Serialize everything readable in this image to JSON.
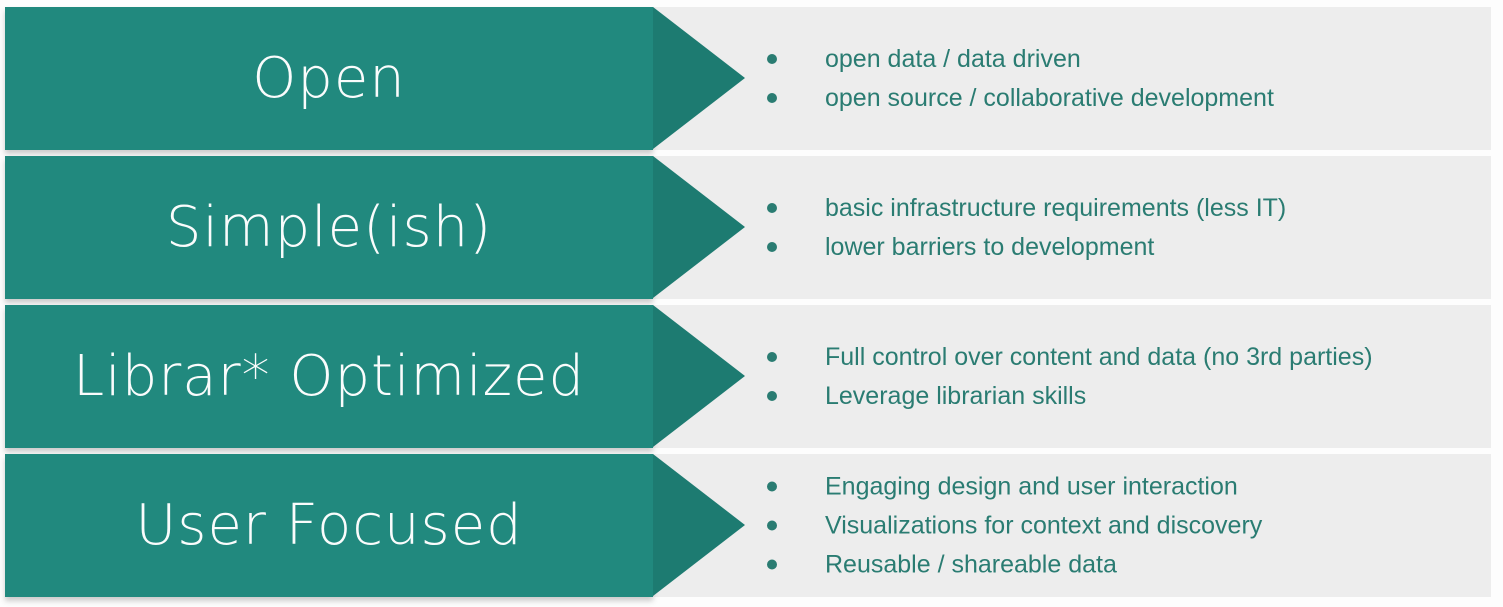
{
  "slide": {
    "rows": [
      {
        "title": "Open",
        "bullets": [
          "open data / data driven",
          "open source / collaborative development"
        ]
      },
      {
        "title": "Simple(ish)",
        "bullets": [
          "basic infrastructure requirements (less IT)",
          "lower barriers to development"
        ]
      },
      {
        "title": "Librar* Optimized",
        "bullets": [
          "Full control over content and data (no 3rd parties)",
          "Leverage librarian skills"
        ]
      },
      {
        "title": "User Focused",
        "bullets": [
          "Engaging design and user interaction",
          "Visualizations for context and discovery",
          "Reusable / shareable data"
        ]
      }
    ]
  },
  "colors": {
    "arrow-body": "#21897e",
    "arrow-tip": "#1d7b71",
    "bullet": "#2a7c72",
    "panel": "#ededed",
    "page": "#fdfdfd",
    "title": "#fafcfc"
  }
}
